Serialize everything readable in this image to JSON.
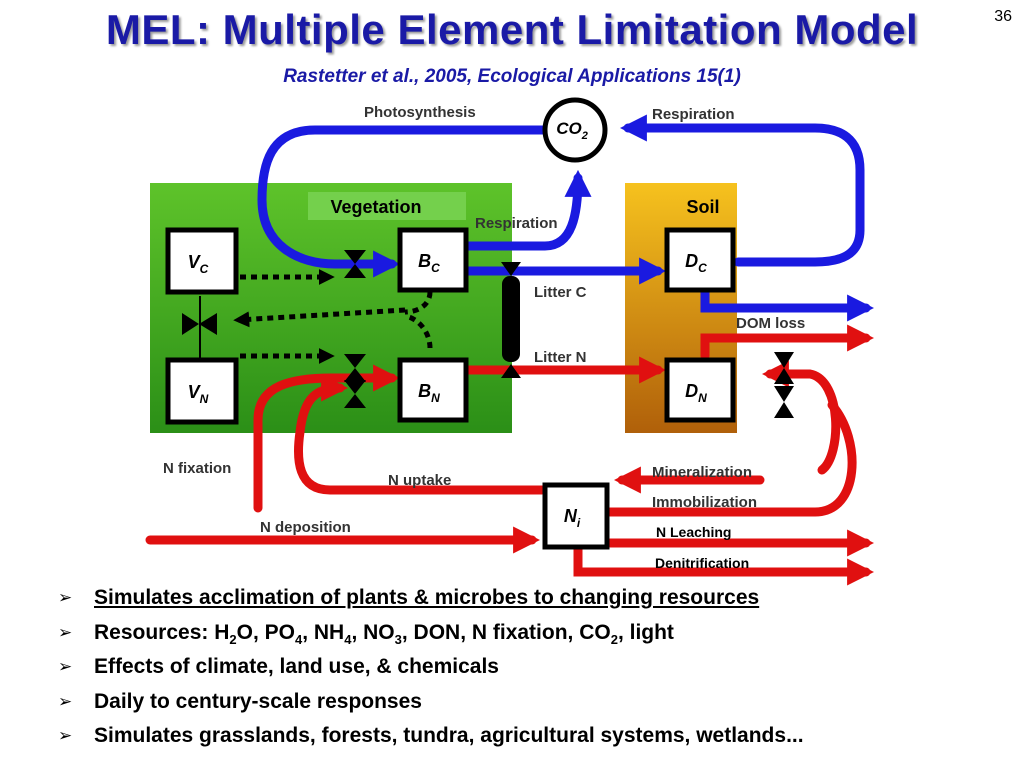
{
  "slide_number": "36",
  "title": "MEL:  Multiple Element Limitation Model",
  "subtitle": "Rastetter et al., 2005, Ecological Applications 15(1)",
  "diagram": {
    "compartments": {
      "vegetation": "Vegetation",
      "soil": "Soil"
    },
    "pools": {
      "vc": {
        "main": "V",
        "sub": "C"
      },
      "vn": {
        "main": "V",
        "sub": "N"
      },
      "bc": {
        "main": "B",
        "sub": "C"
      },
      "bn": {
        "main": "B",
        "sub": "N"
      },
      "dc": {
        "main": "D",
        "sub": "C"
      },
      "dn": {
        "main": "D",
        "sub": "N"
      },
      "ni": {
        "main": "N",
        "sub": "i"
      },
      "co2": {
        "main": "CO",
        "sub": "2"
      }
    },
    "flows": {
      "photosynthesis": "Photosynthesis",
      "respiration_top": "Respiration",
      "respiration_veg": "Respiration",
      "litter_c": "Litter C",
      "litter_n": "Litter N",
      "dom_loss": "DOM loss",
      "n_fixation": "N fixation",
      "n_uptake": "N uptake",
      "mineralization": "Mineralization",
      "immobilization": "Immobilization",
      "n_deposition": "N deposition",
      "n_leaching": "N Leaching",
      "denitrification": "Denitrification"
    },
    "colors": {
      "carbon_flow": "#1a1ae0",
      "nitrogen_flow": "#e01010",
      "vegetation_box": "#3aa61e",
      "soil_box": "#d99a10"
    }
  },
  "bullets": [
    {
      "text": "Simulates acclimation of plants & microbes to changing resources"
    },
    {
      "parts": [
        "Resources:  H",
        "2",
        "O, PO",
        "4",
        ", NH",
        "4",
        ", NO",
        "3",
        ", DON, N fixation, CO",
        "2",
        ", light"
      ]
    },
    {
      "text": "Effects of climate, land use, & chemicals"
    },
    {
      "text": "Daily to century-scale responses"
    },
    {
      "text": "Simulates grasslands, forests, tundra, agricultural systems, wetlands..."
    }
  ],
  "bullet_marker": "➢"
}
